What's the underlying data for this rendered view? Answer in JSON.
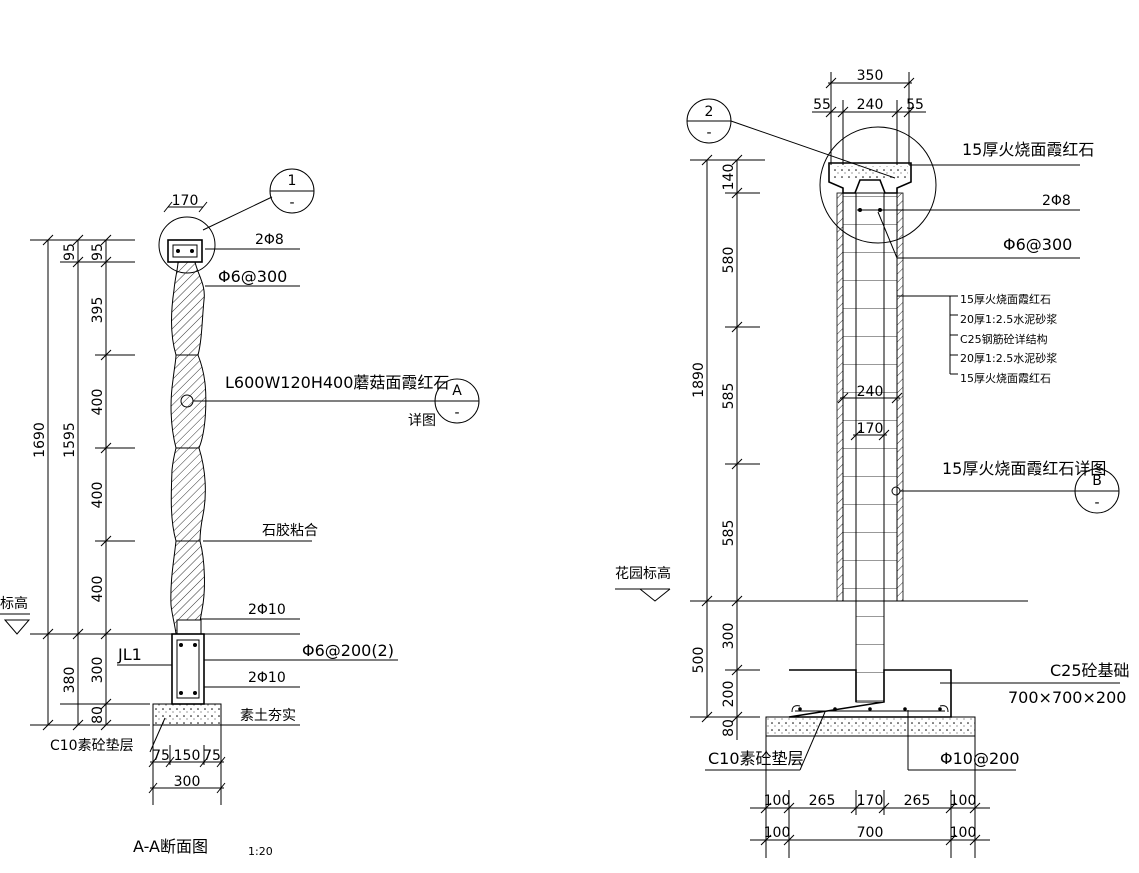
{
  "left_view": {
    "title": "A-A断面图",
    "scale": "1:20",
    "bubble_1": {
      "top": "1",
      "bottom": "-"
    },
    "bubble_A": {
      "top": "A",
      "bottom": "-"
    },
    "dims_left": [
      "95",
      "395",
      "400",
      "400",
      "400",
      "300",
      "80"
    ],
    "dims_total_a": "1690",
    "dims_total_b": "1595",
    "dims_total_c": "380",
    "dim_top": "170",
    "dims_bottom_a": [
      "75",
      "150",
      "75"
    ],
    "dims_bottom_b": "300",
    "labels": {
      "rebar_top": "2Φ8",
      "stirrup_top": "Φ6@300",
      "stone": "L600W120H400蘑菇面霞红石",
      "detail": "详图",
      "glue": "石胶粘合",
      "rebar_mid": "2Φ10",
      "jl": "JL1",
      "stirrup_beam": "Φ6@200(2)",
      "rebar_bot": "2Φ10",
      "soil": "素土夯实",
      "cushion": "C10素砼垫层",
      "elevation": "标高"
    }
  },
  "right_view": {
    "bubble_2": {
      "top": "2",
      "bottom": "-"
    },
    "bubble_B": {
      "top": "B",
      "bottom": "-"
    },
    "dims_top": [
      "350",
      "55",
      "240",
      "55"
    ],
    "dims_left": [
      "140",
      "580",
      "585",
      "585",
      "300",
      "200",
      "80"
    ],
    "dims_total_a": "1890",
    "dims_total_b": "500",
    "dims_inner": [
      "240",
      "170"
    ],
    "dims_bottom_a": [
      "100",
      "265",
      "170",
      "265",
      "100"
    ],
    "dims_bottom_b": [
      "100",
      "700",
      "100"
    ],
    "labels": {
      "cap": "15厚火烧面霞红石",
      "rebar": "2Φ8",
      "stirrup": "Φ6@300",
      "layers": [
        "15厚火烧面霞红石",
        "20厚1:2.5水泥砂浆",
        "C25钢筋砼详结构",
        "20厚1:2.5水泥砂浆",
        "15厚火烧面霞红石"
      ],
      "stone_detail": "15厚火烧面霞红石详图",
      "garden_elev": "花园标高",
      "footing": "C25砼基础",
      "footing_size": "700×700×200",
      "cushion": "C10素砼垫层",
      "footing_rebar": "Φ10@200"
    }
  }
}
